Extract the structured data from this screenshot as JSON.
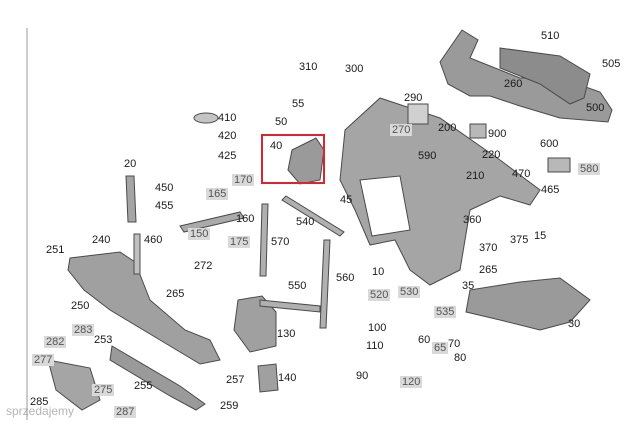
{
  "diagram": {
    "highlight_color": "#d9262e",
    "part_color": "#8a8a8a",
    "callouts": [
      {
        "id": "510",
        "gray": false
      },
      {
        "id": "505",
        "gray": false
      },
      {
        "id": "310",
        "gray": false
      },
      {
        "id": "300",
        "gray": false
      },
      {
        "id": "260",
        "gray": false
      },
      {
        "id": "290",
        "gray": false
      },
      {
        "id": "500",
        "gray": false
      },
      {
        "id": "55",
        "gray": false
      },
      {
        "id": "50",
        "gray": false
      },
      {
        "id": "270",
        "gray": true
      },
      {
        "id": "200",
        "gray": false
      },
      {
        "id": "900",
        "gray": false
      },
      {
        "id": "410",
        "gray": false
      },
      {
        "id": "420",
        "gray": false
      },
      {
        "id": "425",
        "gray": false
      },
      {
        "id": "40",
        "gray": false
      },
      {
        "id": "590",
        "gray": false
      },
      {
        "id": "220",
        "gray": false
      },
      {
        "id": "600",
        "gray": false
      },
      {
        "id": "580",
        "gray": true
      },
      {
        "id": "20",
        "gray": false
      },
      {
        "id": "170",
        "gray": true
      },
      {
        "id": "210",
        "gray": false
      },
      {
        "id": "470",
        "gray": false
      },
      {
        "id": "450",
        "gray": false
      },
      {
        "id": "165",
        "gray": true
      },
      {
        "id": "465",
        "gray": false
      },
      {
        "id": "455",
        "gray": false
      },
      {
        "id": "160",
        "gray": false
      },
      {
        "id": "45",
        "gray": false
      },
      {
        "id": "540",
        "gray": false
      },
      {
        "id": "360",
        "gray": false
      },
      {
        "id": "150",
        "gray": true
      },
      {
        "id": "240",
        "gray": false
      },
      {
        "id": "460",
        "gray": false
      },
      {
        "id": "175",
        "gray": true
      },
      {
        "id": "570",
        "gray": false
      },
      {
        "id": "15",
        "gray": false
      },
      {
        "id": "375",
        "gray": false
      },
      {
        "id": "370",
        "gray": false
      },
      {
        "id": "251",
        "gray": false
      },
      {
        "id": "272",
        "gray": false
      },
      {
        "id": "265a",
        "text": "265",
        "gray": false
      },
      {
        "id": "10",
        "gray": false
      },
      {
        "id": "560",
        "gray": false
      },
      {
        "id": "550",
        "gray": false
      },
      {
        "id": "35",
        "gray": false
      },
      {
        "id": "520",
        "gray": true
      },
      {
        "id": "530",
        "gray": true
      },
      {
        "id": "265b",
        "text": "265",
        "gray": false
      },
      {
        "id": "250",
        "gray": false
      },
      {
        "id": "535",
        "gray": true
      },
      {
        "id": "30",
        "gray": false
      },
      {
        "id": "100",
        "gray": false
      },
      {
        "id": "130",
        "gray": false
      },
      {
        "id": "283",
        "gray": true
      },
      {
        "id": "282",
        "gray": true
      },
      {
        "id": "253",
        "gray": false
      },
      {
        "id": "60",
        "gray": false
      },
      {
        "id": "65",
        "gray": true
      },
      {
        "id": "110",
        "gray": false
      },
      {
        "id": "70",
        "gray": false
      },
      {
        "id": "80",
        "gray": false
      },
      {
        "id": "277",
        "gray": true
      },
      {
        "id": "90",
        "gray": false
      },
      {
        "id": "120",
        "gray": true
      },
      {
        "id": "257",
        "gray": false
      },
      {
        "id": "140",
        "gray": false
      },
      {
        "id": "255",
        "gray": false
      },
      {
        "id": "275",
        "gray": true
      },
      {
        "id": "285",
        "gray": false
      },
      {
        "id": "259",
        "gray": false
      },
      {
        "id": "287",
        "gray": true
      }
    ]
  },
  "watermark": "sprzedajemy"
}
